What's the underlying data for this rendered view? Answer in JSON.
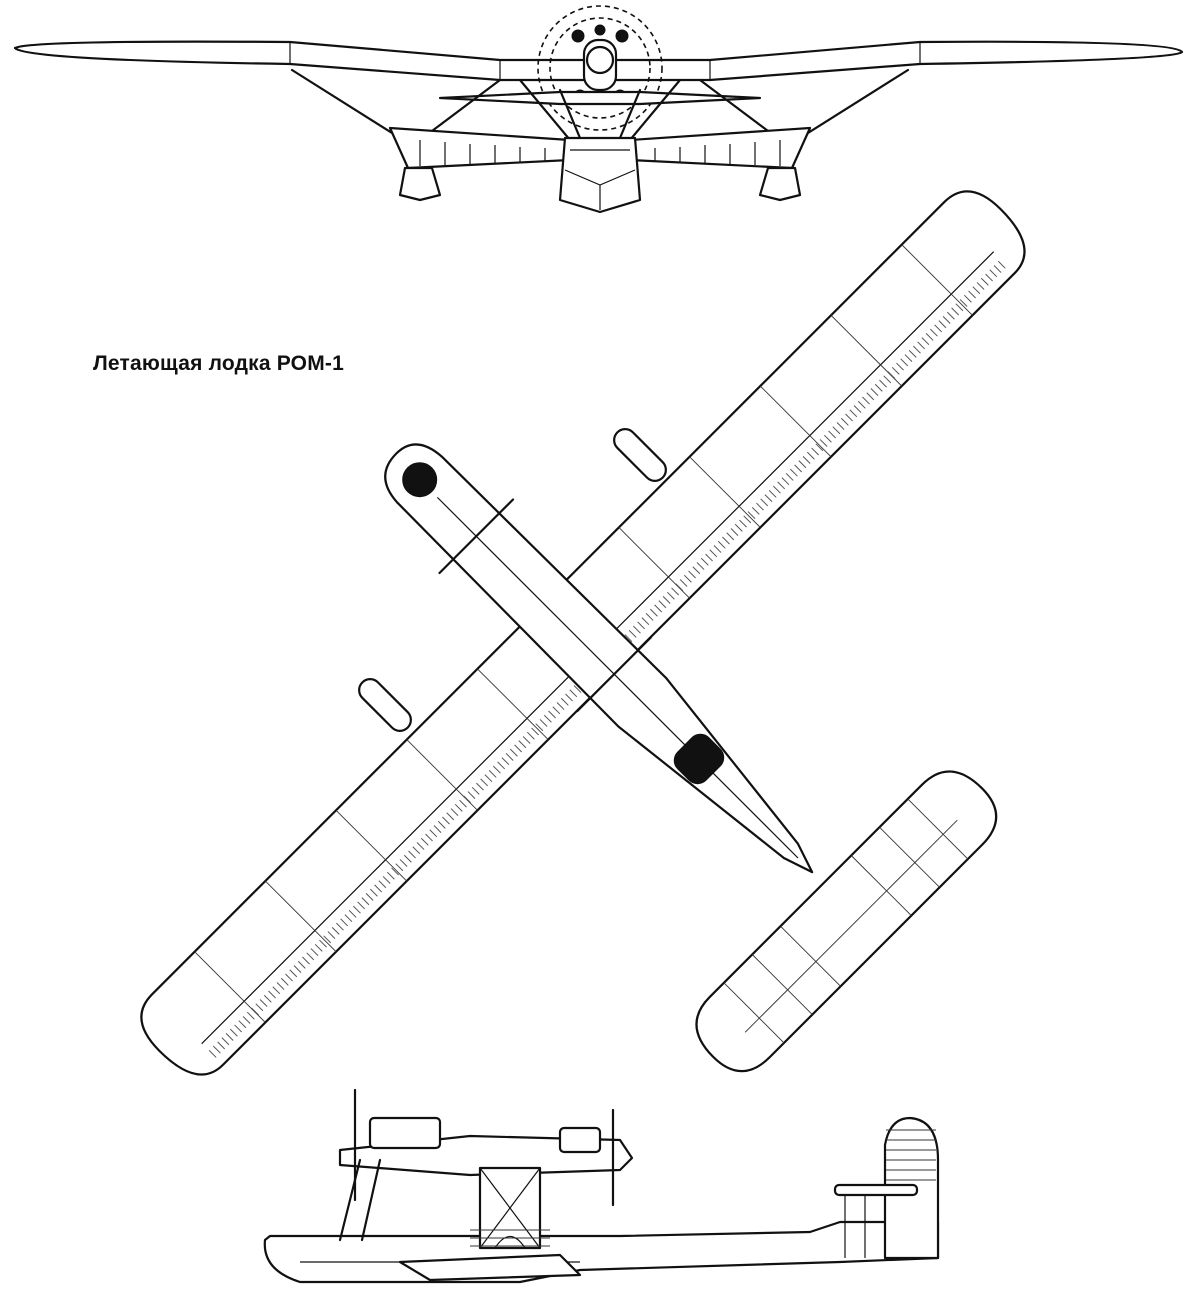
{
  "caption": "Летающая лодка РОМ-1",
  "colors": {
    "ink": "#111111",
    "paper": "#ffffff"
  },
  "views": [
    "front-view",
    "top-view",
    "side-view"
  ]
}
